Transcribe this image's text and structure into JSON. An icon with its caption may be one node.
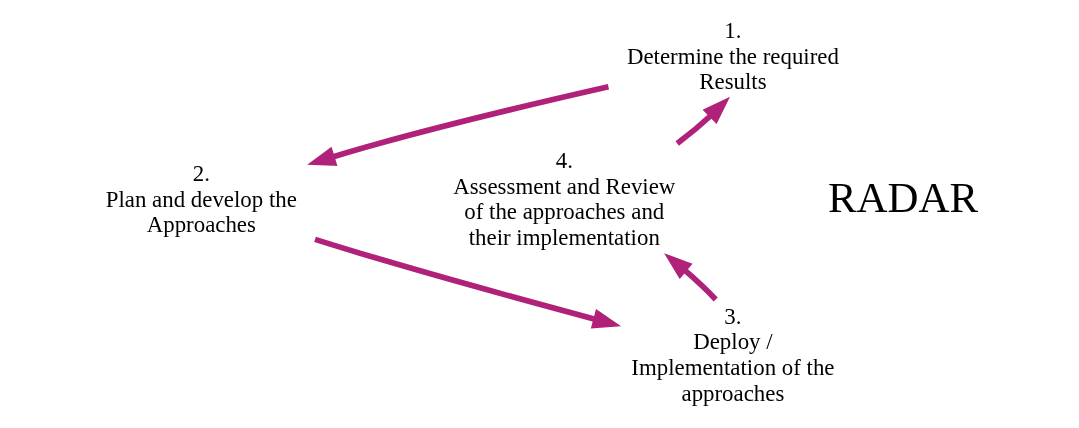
{
  "diagram": {
    "nodes": [
      {
        "text": [
          "1.",
          "Determine the required Results"
        ]
      },
      {
        "text": [
          "2.",
          "Plan and develop the Approaches"
        ]
      },
      {
        "text": [
          "3.",
          "Deploy / Implementation of the approaches"
        ]
      },
      {
        "text": [
          "4.",
          "Assessment and Review of the approaches and their implementation"
        ]
      }
    ],
    "edges": [
      {
        "from": 0,
        "to": 1,
        "arrow": "to"
      },
      {
        "from": 1,
        "to": 2,
        "arrow": "to"
      },
      {
        "from": 2,
        "to": 3,
        "arrow": "to"
      },
      {
        "from": 3,
        "to": 0,
        "arrow": "to"
      }
    ],
    "labels": [
      "RADAR"
    ]
  }
}
